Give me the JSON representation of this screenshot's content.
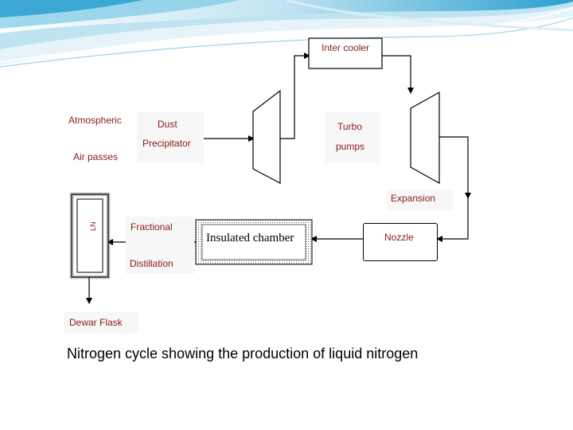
{
  "header_wave_colors": [
    "#2a9fcf",
    "#79c9e6",
    "#c7e8f4"
  ],
  "label_color": "#8b1a1a",
  "labels": {
    "inter_cooler": "Inter cooler",
    "atmospheric": "Atmospheric",
    "air_passes": "Air passes",
    "dust": "Dust",
    "precipitator": "Precipitator",
    "turbo": "Turbo",
    "pumps": "pumps",
    "expansion": "Expansion",
    "fractional": "Fractional",
    "distillation": "Distillation",
    "insulated_chamber": "Insulated chamber",
    "nozzle": "Nozzle",
    "flask_mark": "LN",
    "dewar_flask": "Dewar Flask"
  },
  "caption": "Nitrogen cycle showing the production of liquid nitrogen"
}
